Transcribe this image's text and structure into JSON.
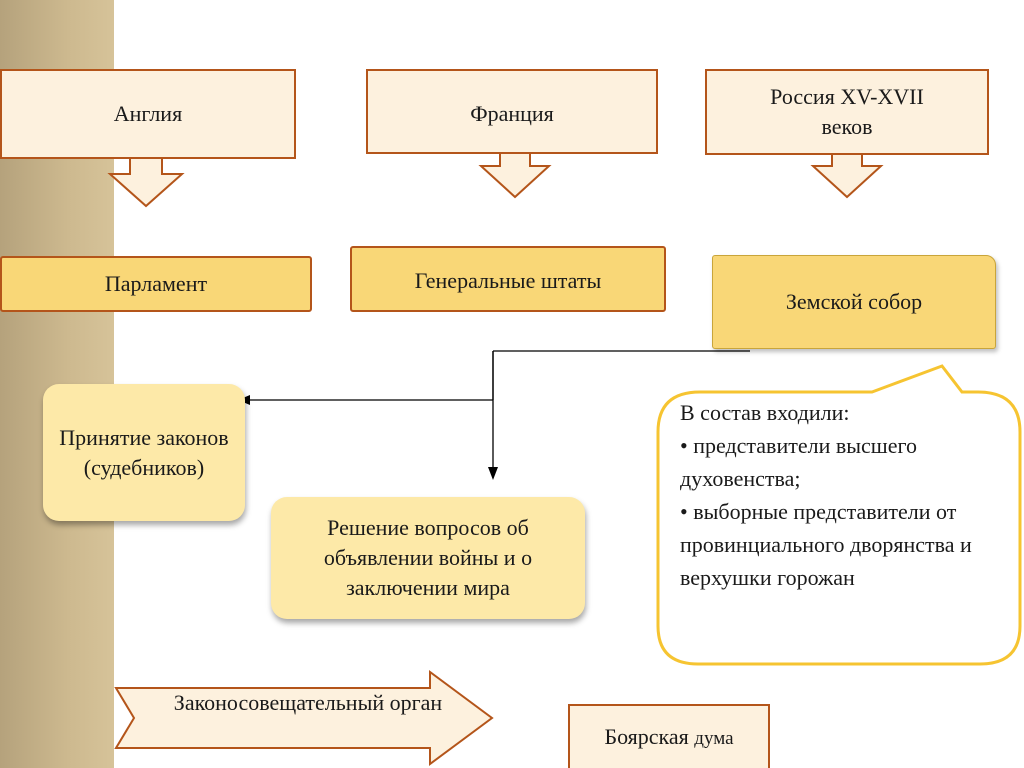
{
  "countries": {
    "england": "Англия",
    "france": "Франция",
    "russia": "Россия XV-XVII веков"
  },
  "bodies": {
    "parliament": "Парламент",
    "estates_general": "Генеральные штаты",
    "zemsky_sobor": "Земской собор"
  },
  "functions": {
    "laws": "Принятие законов (судебников)",
    "war_peace": "Решение вопросов об объявлении войны и о заключении мира"
  },
  "composition": {
    "heading": "В состав входили:",
    "item1": "• представители высшего духовенства;",
    "item2": "• выборные представители от провинциального дворянства и верхушки горожан"
  },
  "advisory": "Законосовещательный орган",
  "boyar_duma": {
    "word1": "Боярская",
    "word2": "дума"
  },
  "colors": {
    "border": "#b4551a",
    "fill_light": "#fdf1de",
    "fill_gold": "#f9d777",
    "callout_border": "#f6c431",
    "band": "#c7b48b"
  }
}
